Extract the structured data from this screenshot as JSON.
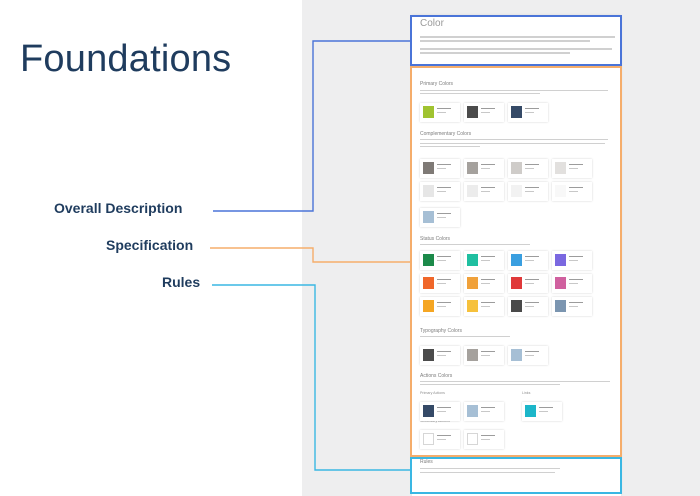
{
  "headline": "Foundations",
  "labels": {
    "overall": "Overall Description",
    "specification": "Specification",
    "rules": "Rules"
  },
  "colors": {
    "headline": "#1f3c5e",
    "overall": "#4a74d8",
    "specification": "#f5ad6b",
    "rules": "#3ab7e3",
    "panel": "#eeeeef"
  },
  "doc": {
    "title": "Color",
    "sections": {
      "primary": "Primary Colors",
      "complementary": "Complementary Colors",
      "status": "Status Colors",
      "typography": "Typography Colors",
      "actions": "Actions Colors",
      "rules": "Rules"
    },
    "subsections": {
      "primary_actions": "Primary Actions",
      "links": "Links",
      "secondary_actions": "Secondary Actions"
    },
    "swatches": {
      "primary": [
        "#a0c330",
        "#4b4b4b",
        "#354a67"
      ],
      "complementary": [
        "#7f7a76",
        "#a5a19d",
        "#cfccc9",
        "#e2e0de",
        "#e6e6e6",
        "#ececec",
        "#f2f2f2",
        "#f8f8f8",
        "#a6bfd5"
      ],
      "status": [
        "#1c8a4a",
        "#1fbfa0",
        "#3a9fe0",
        "#7a68e0",
        "#f0672a",
        "#f0a13a",
        "#e0393a",
        "#d0609f",
        "#f5a623",
        "#f6c13c",
        "#4a4a4a",
        "#7b95b0"
      ],
      "typography": [
        "#4b4b4b",
        "#a5a19d",
        "#a6bfd5"
      ],
      "actions_primary": [
        "#354a67",
        "#a6bfd5"
      ],
      "actions_links": [
        "#1cb6c9"
      ],
      "actions_secondary": [
        "#ffffff",
        "#ffffff"
      ]
    }
  }
}
